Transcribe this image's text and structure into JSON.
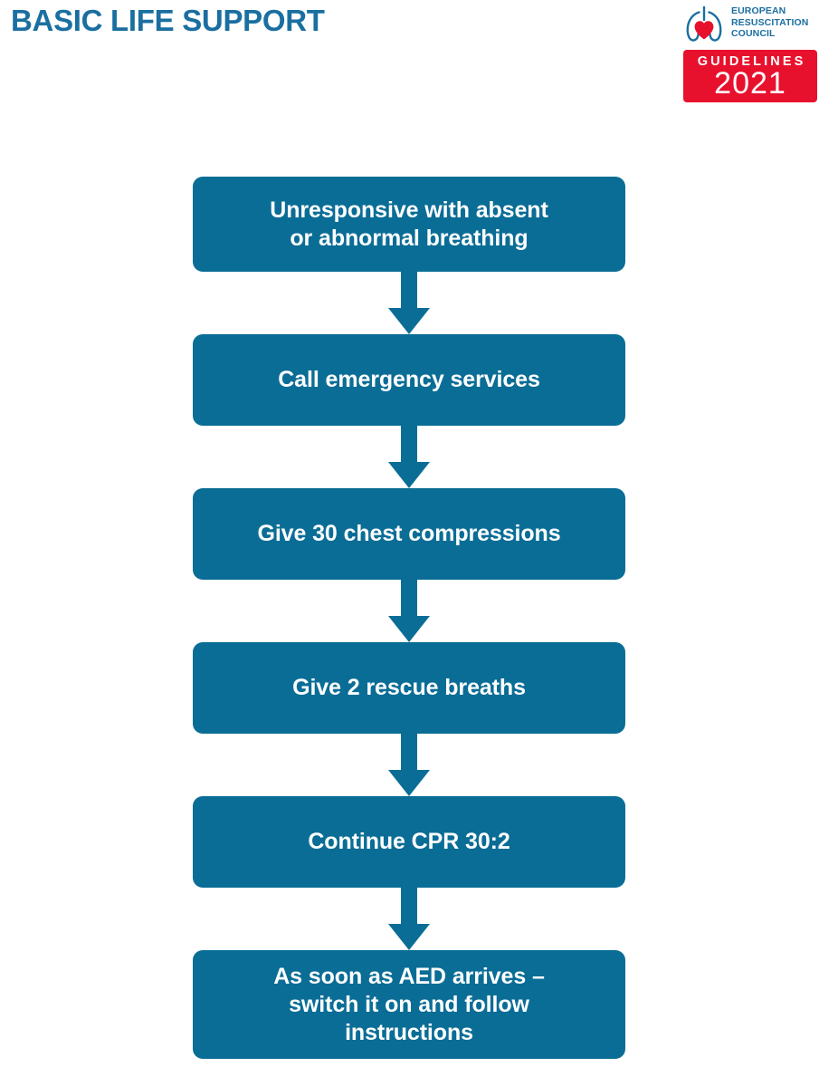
{
  "page": {
    "title": "BASIC LIFE SUPPORT",
    "background_color": "#ffffff",
    "title_color": "#1a6fa0",
    "accent_color": "#0a6d96",
    "badge_color": "#e8112d"
  },
  "logo": {
    "mark_name": "erc-lungs-heart-icon",
    "org_line_1": "EUROPEAN",
    "org_line_2": "RESUSCITATION",
    "org_line_3": "COUNCIL",
    "badge_word": "GUIDELINES",
    "badge_year": "2021"
  },
  "chart_data": {
    "type": "flowchart",
    "title": "BASIC LIFE SUPPORT",
    "orientation": "vertical",
    "connector": "down-arrow",
    "steps": [
      {
        "order": 1,
        "text": "Unresponsive with absent\nor abnormal breathing"
      },
      {
        "order": 2,
        "text": "Call emergency services"
      },
      {
        "order": 3,
        "text": "Give 30 chest compressions"
      },
      {
        "order": 4,
        "text": "Give 2 rescue breaths"
      },
      {
        "order": 5,
        "text": "Continue CPR 30:2"
      },
      {
        "order": 6,
        "text": "As soon as AED arrives –\nswitch it on and follow\ninstructions"
      }
    ]
  }
}
